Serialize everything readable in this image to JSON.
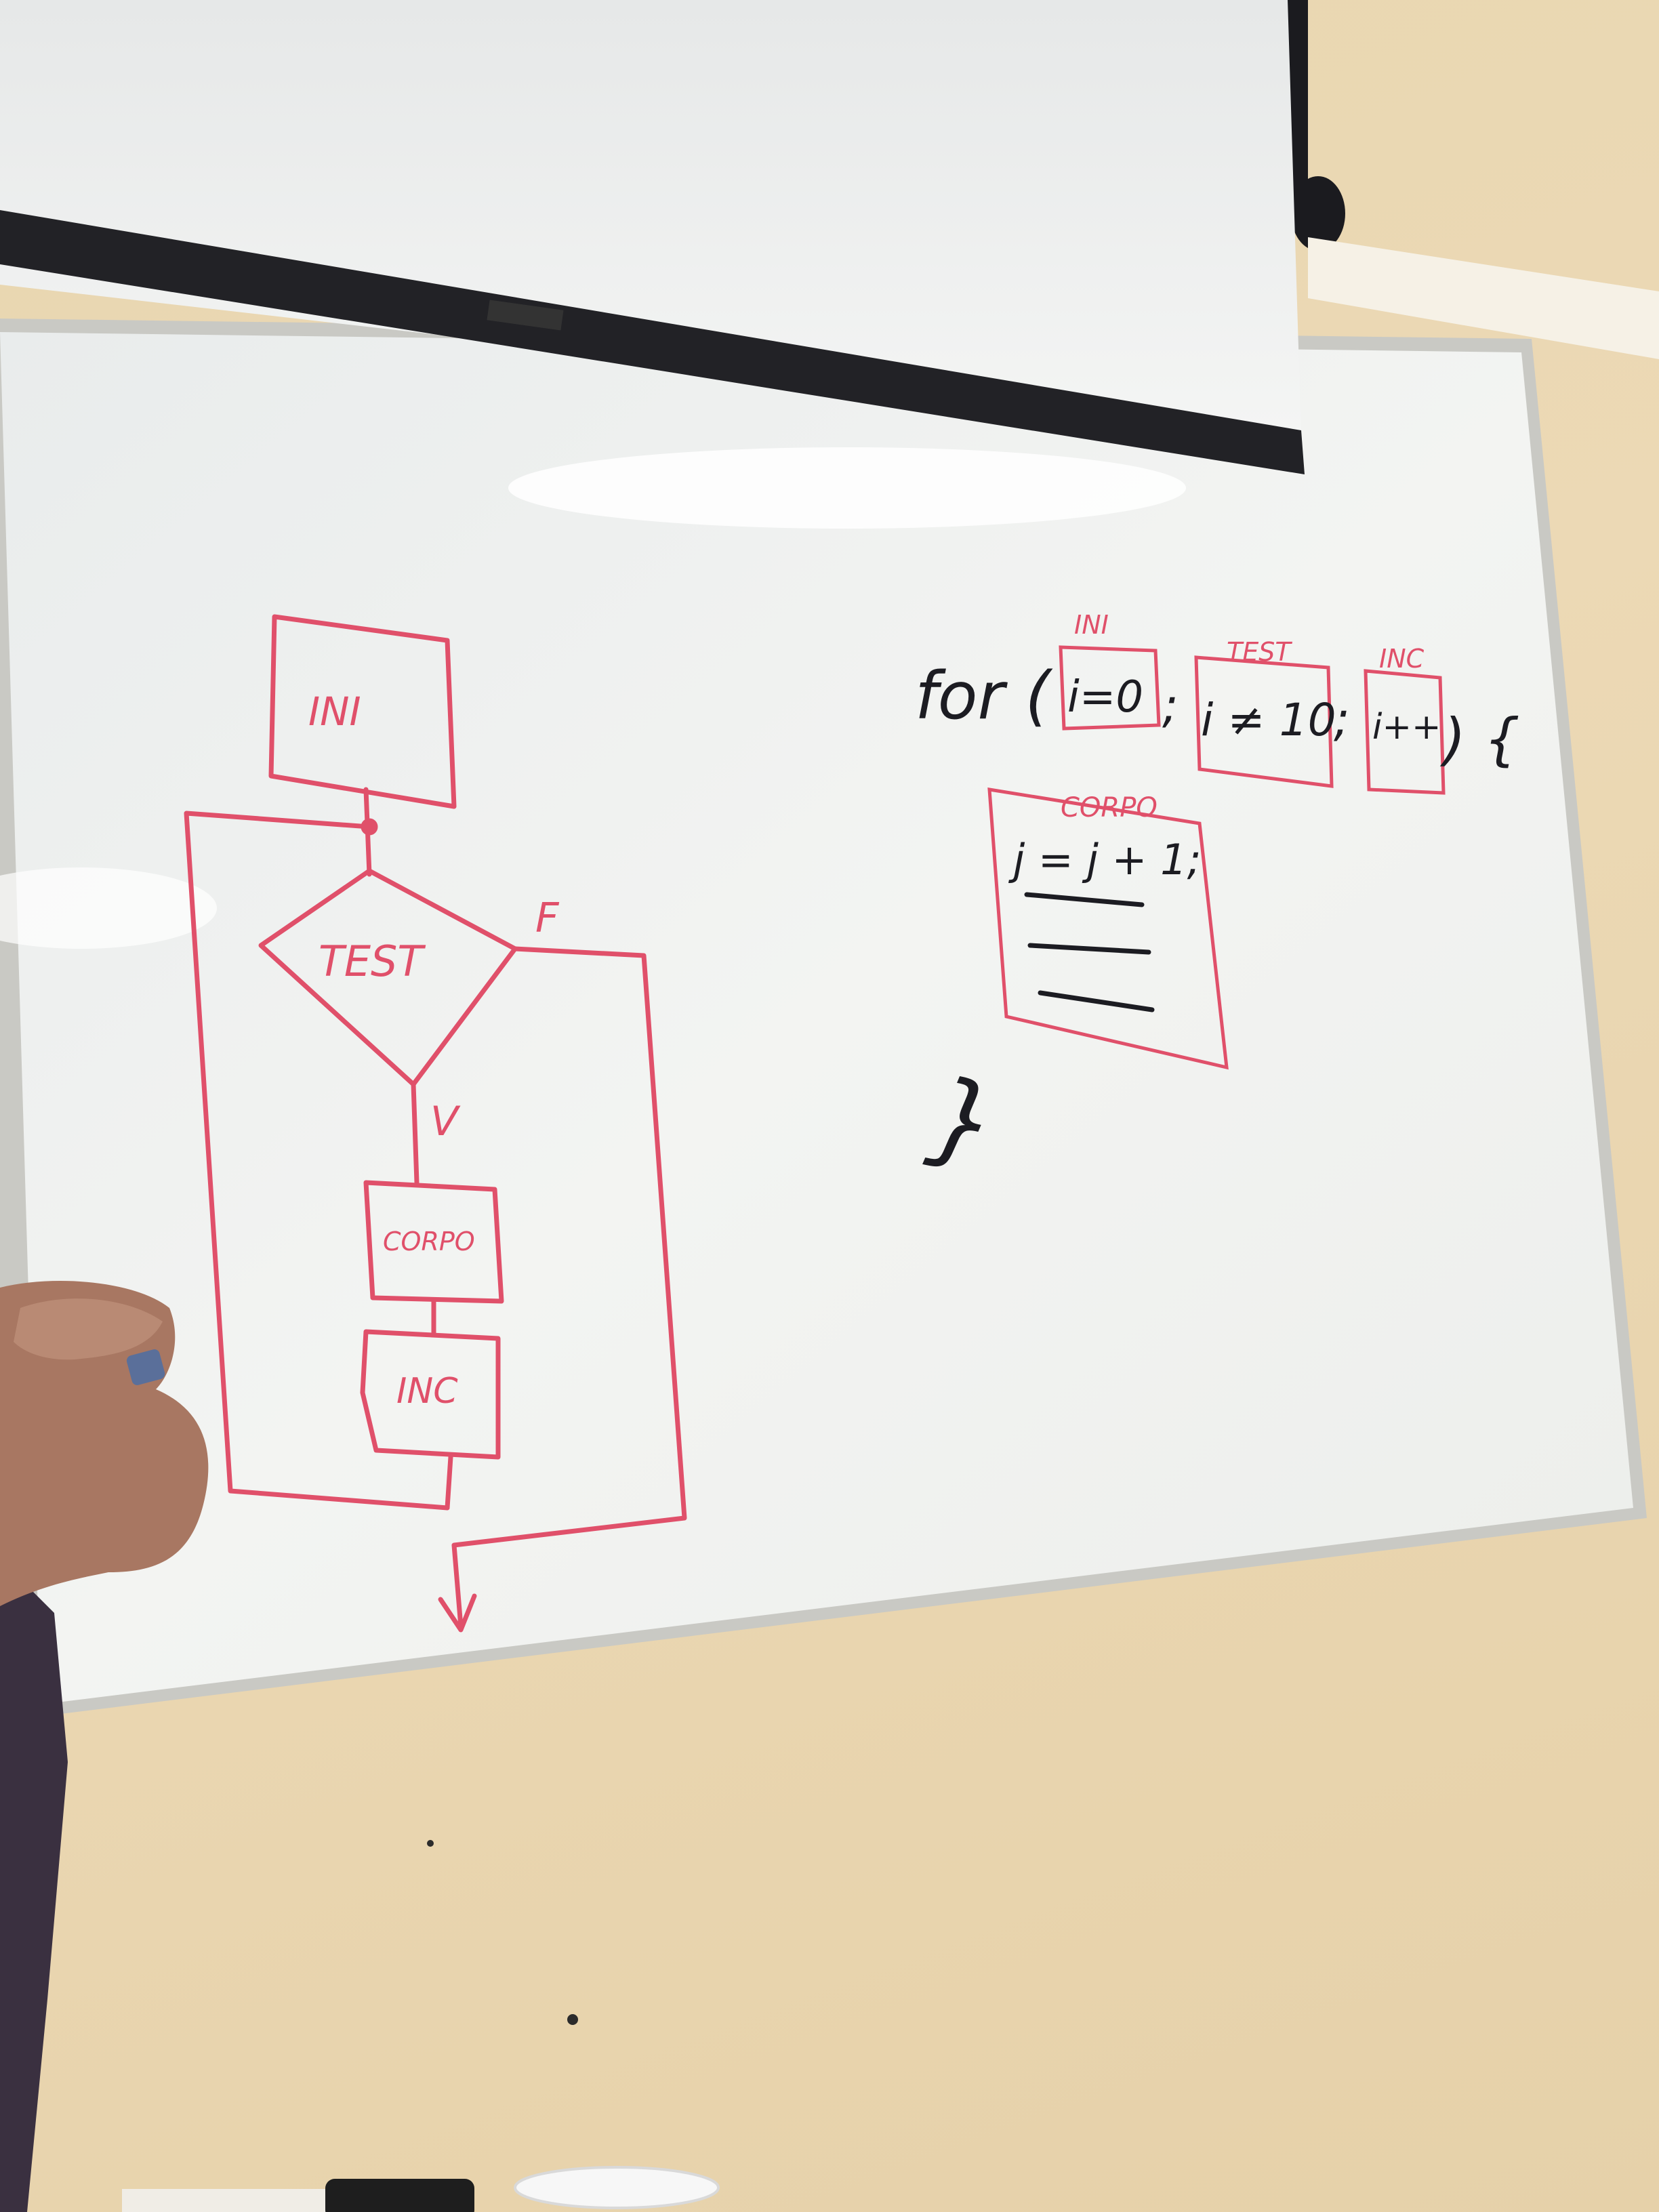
{
  "flowchart": {
    "start_label": "INI",
    "test_label": "TEST",
    "false_label": "F",
    "true_label": "V",
    "body_label": "CORPO",
    "increment_label": "INC"
  },
  "code": {
    "keyword": "for (",
    "init_header": "INI",
    "init_expr": "i=0",
    "sep1": ";",
    "test_header": "TEST",
    "test_expr": "i ≠ 10",
    "sep2": ";",
    "inc_header": "INC",
    "inc_expr": "i++",
    "open": ") {",
    "body_header": "CORPO",
    "body_line": "j = j + 1;",
    "close": "}"
  },
  "colors": {
    "marker_red": "#e0506a",
    "marker_black": "#1c1c22",
    "board": "#f2f3f1",
    "wall": "#ead7b2"
  }
}
